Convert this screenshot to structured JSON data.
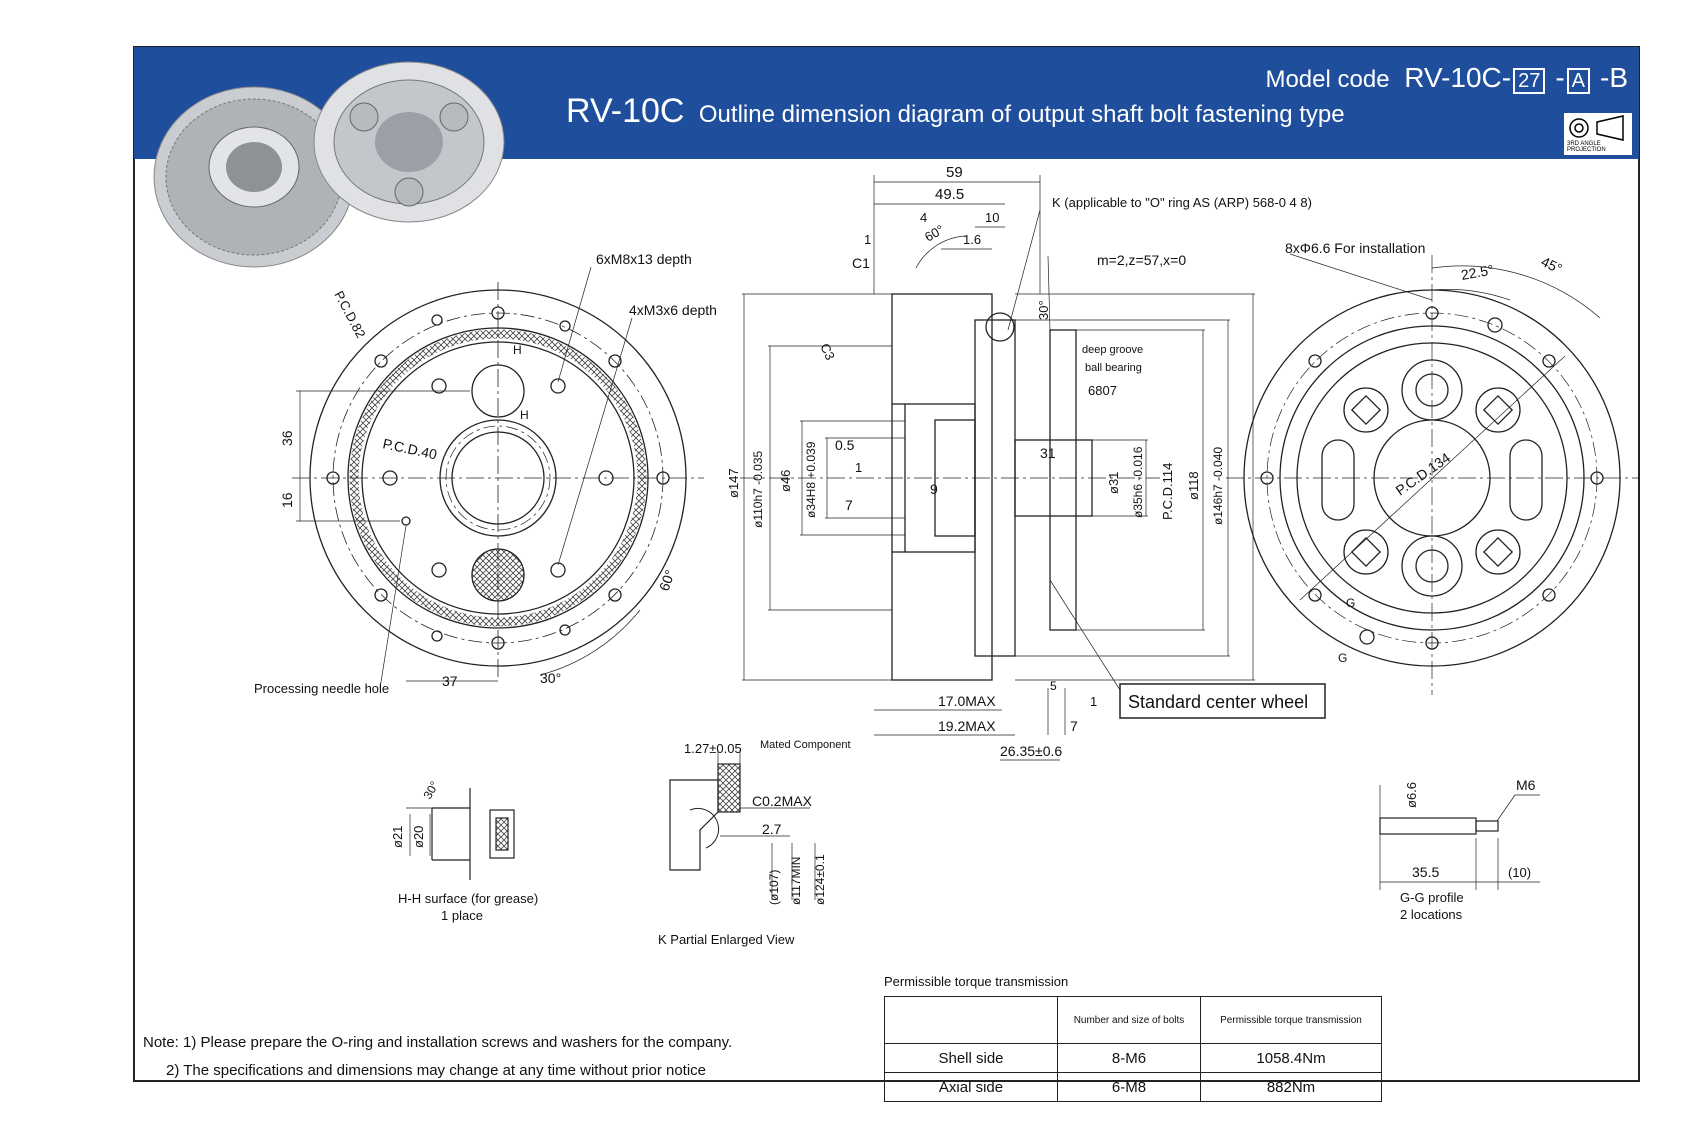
{
  "header": {
    "product_code": "RV-10C",
    "description": "Outline dimension diagram of output shaft bolt fastening type",
    "model_code_label": "Model code",
    "model_code_prefix": "RV-10C-",
    "model_code_box1": "27",
    "model_code_sep": "-",
    "model_code_box2": "A",
    "model_code_suffix": "-B",
    "projection_label": "3RD ANGLE PROJECTION",
    "accent_color": "#1f4e9c"
  },
  "front_view": {
    "thread1": "6xM8x13 depth",
    "thread2": "4xM3x6 depth",
    "pcd82": "P.C.D.82",
    "pcd40": "P.C.D.40",
    "h_top": "H",
    "h_mid": "H",
    "dim36": "36",
    "dim16": "16",
    "dim37": "37",
    "angle30": "30°",
    "angle60": "60°",
    "needle_hole": "Processing needle hole"
  },
  "side_view": {
    "d59": "59",
    "d49_5": "49.5",
    "d4": "4",
    "d10": "10",
    "d1": "1",
    "d1_6": "1.6",
    "a60": "60°",
    "c1": "C1",
    "k_note": "K (applicable to \"O\" ring AS (ARP) 568-0 4 8)",
    "gear": "m=2,z=57,x=0",
    "a30": "30°",
    "bearing1": "deep groove",
    "bearing2": "ball bearing",
    "bearing_no": "6807",
    "c3": "C3",
    "d0_5": "0.5",
    "d1b": "1",
    "d7": "7",
    "d9": "9",
    "d31a": "31",
    "d31b": "ø31",
    "phi147": "ø147",
    "phi110": "ø110h7 -0.035",
    "phi46": "ø46",
    "phi34": "ø34H8 +0.039",
    "phi35": "ø35h6 -0.016",
    "pcd114": "P.C.D.114",
    "phi118": "ø118",
    "phi146": "ø146h7 -0.040",
    "d17": "17.0MAX",
    "d19_2": "19.2MAX",
    "d26_35": "26.35±0.6",
    "d5": "5",
    "d1c": "1",
    "d7b": "7",
    "center_wheel": "Standard center wheel"
  },
  "rear_view": {
    "install": "8xΦ6.6 For installation",
    "a22_5": "22.5°",
    "a45": "45°",
    "pcd134": "P.C.D.134",
    "g1": "G",
    "g2": "G"
  },
  "hh_view": {
    "a30": "30°",
    "phi21": "ø21",
    "phi20": "ø20",
    "caption1": "H-H surface (for grease)",
    "caption2": "1 place"
  },
  "k_view": {
    "d127": "1.27±0.05",
    "mated": "Mated Component",
    "c02": "C0.2MAX",
    "d27": "2.7",
    "phi107": "(ø107)",
    "phi117": "ø117MIN",
    "phi124": "ø124±0.1",
    "caption": "K Partial Enlarged View"
  },
  "gg_view": {
    "phi6_6": "ø6.6",
    "m6": "M6",
    "d35_5": "35.5",
    "d10": "(10)",
    "caption1": "G-G profile",
    "caption2": "2 locations"
  },
  "notes": {
    "note1": "Note: 1) Please prepare the O-ring and installation screws and washers for the company.",
    "note2": "2) The specifications and dimensions may change at any time without prior notice"
  },
  "torque_table": {
    "title": "Permissible torque transmission",
    "headers": [
      "",
      "Number and size of bolts",
      "Permissible torque transmission"
    ],
    "rows": [
      {
        "side": "Shell side",
        "bolts": "8-M6",
        "torque": "1058.4Nm"
      },
      {
        "side": "Axial side",
        "bolts": "6-M8",
        "torque": "882Nm"
      }
    ]
  }
}
